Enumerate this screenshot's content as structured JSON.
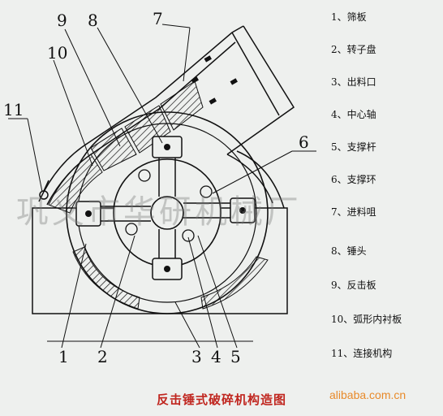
{
  "legend": {
    "items": [
      "1、筛板",
      "2、转子盘",
      "3、出料口",
      "4、中心轴",
      "5、支撑杆",
      "6、支撑环",
      "7、进料咀",
      "8、锤头",
      "9、反击板",
      "10、弧形内衬板",
      "11、连接机构"
    ]
  },
  "callouts": [
    "1",
    "2",
    "3",
    "4",
    "5",
    "6",
    "7",
    "8",
    "9",
    "10",
    "11"
  ],
  "caption": "反击锤式破碎机构造图",
  "watermark": "巩义市华研机械厂",
  "site": "alibaba.com.cn",
  "colors": {
    "caption": "#c0261f",
    "site": "#e88a2a",
    "line": "#111111",
    "background": "#eef0ee"
  }
}
